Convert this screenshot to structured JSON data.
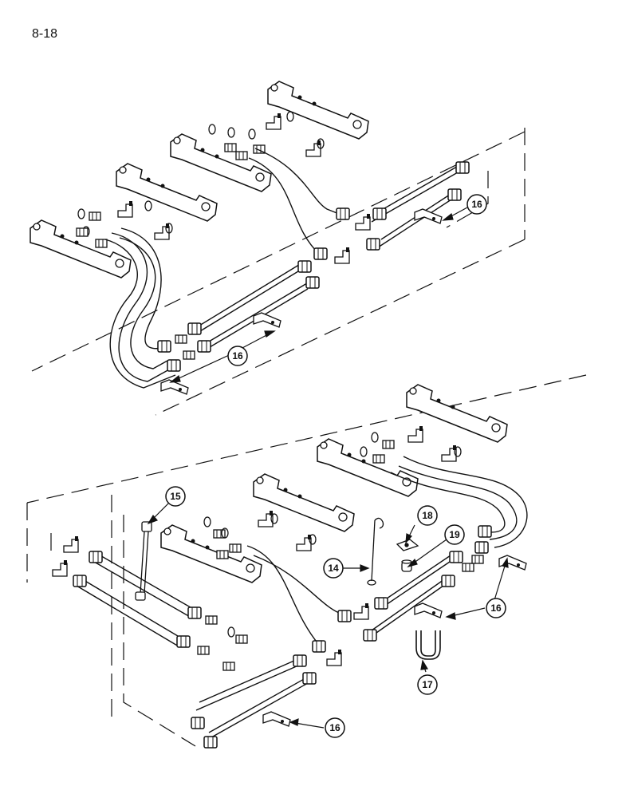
{
  "page": {
    "number": "8-18"
  },
  "callouts": [
    {
      "id": "callout-16-upper-right",
      "label": "16"
    },
    {
      "id": "callout-16-upper-left",
      "label": "16"
    },
    {
      "id": "callout-15",
      "label": "15"
    },
    {
      "id": "callout-18",
      "label": "18"
    },
    {
      "id": "callout-19",
      "label": "19"
    },
    {
      "id": "callout-14",
      "label": "14"
    },
    {
      "id": "callout-16-lower-right",
      "label": "16"
    },
    {
      "id": "callout-17",
      "label": "17"
    },
    {
      "id": "callout-16-lower",
      "label": "16"
    }
  ]
}
